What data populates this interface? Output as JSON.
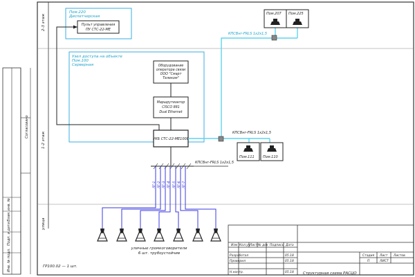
{
  "levels": {
    "level2": "2-3 этаж",
    "level1": "1-2 этаж",
    "outdoor": "улица"
  },
  "rooms": {
    "dispatch_room": "Пом.220",
    "dispatch_name": "Диспетчерская",
    "server_room": "Пом.100",
    "server_name": "Серверная",
    "node_title": "Узел доступа на объекте",
    "room_207": "Пом.207",
    "room_225": "Пом.225",
    "room_111": "Пом.111",
    "room_110": "Пом.110"
  },
  "devices": {
    "control_panel": [
      "Пульт управления",
      "ПУ СТС-22-МЕ"
    ],
    "operator_equipment": [
      "Оборудование",
      "оператора связи",
      "ООО \"Смарт",
      "Телеком\""
    ],
    "router": [
      "Маршрутизатор",
      "CISCO 881",
      "Dual Ethernet"
    ],
    "main_unit": "УКБ СТС-22-МЕ1008",
    "outdoor_caption": [
      "уличные громкоговорители",
      "6 шт. трубоустойчив"
    ]
  },
  "cables": {
    "upper": "КПСВнг-FRLS 1х2х1,5",
    "middle": "КПСВнг-FRLS 1х2х1,5",
    "lower": "КПСВнг-FRLS 1х2х1,5",
    "line_labels": [
      "ЛГ-1",
      "ЛГ-2",
      "ЛГ-3",
      "ЛГ-4",
      "ЛГ-5",
      "ЛГ-6",
      "ЛГ-7"
    ]
  },
  "stamp": {
    "header_cells": [
      "Изм",
      "Кол.уч",
      "Лист",
      "№ док",
      "Подпись",
      "Дата"
    ],
    "rows": [
      {
        "role": "Разработал",
        "date": "05.18"
      },
      {
        "role": "Проверил",
        "date": "05.18"
      },
      {
        "role": "Н.контр.",
        "date": "05.18"
      }
    ],
    "title": "Структурная схема РАСЦО",
    "stage_label": "Стадия",
    "sheet_label": "Лист",
    "sheets_label": "Листов",
    "stage_value": "П",
    "sheet_value": "ЛИСТ"
  },
  "side_labels": [
    "Согласовано",
    "Взам. инв. №",
    "Подп. и дата",
    "Инв. № подл."
  ],
  "footer_note": "ГР100.02 — 1 шт.",
  "colors": {
    "border": "#333333",
    "blue_frame": "#3aaee0",
    "cyan_cable": "#5fd4f0",
    "line_blue": "#3a3ae0"
  }
}
